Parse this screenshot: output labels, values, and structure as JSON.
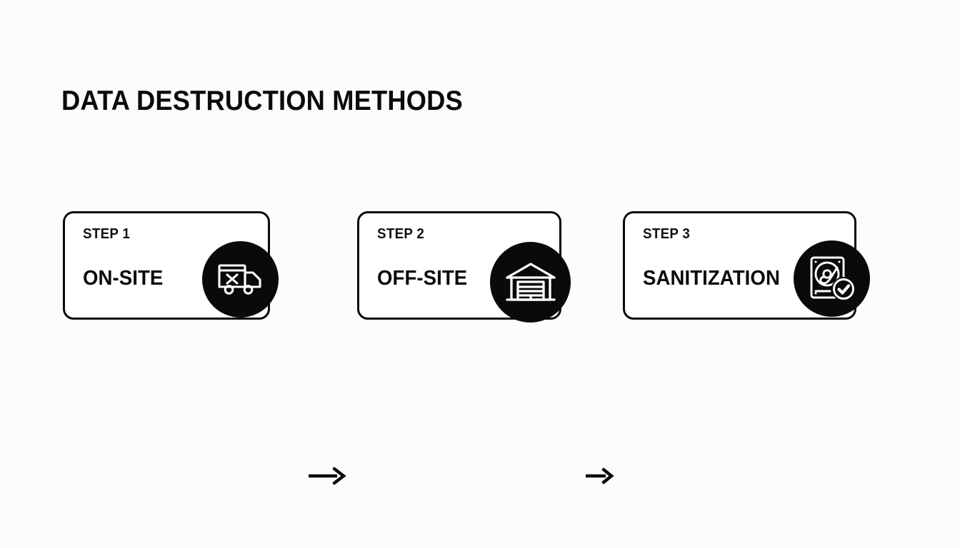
{
  "page": {
    "title": "DATA DESTRUCTION METHODS",
    "background_color": "#fcfcfc",
    "ink_color": "#0a0a0a"
  },
  "flow": {
    "steps": [
      {
        "label": "STEP 1",
        "title": "ON-SITE",
        "icon": "truck-x-icon"
      },
      {
        "label": "STEP 2",
        "title": "OFF-SITE",
        "icon": "warehouse-icon"
      },
      {
        "label": "STEP 3",
        "title": "SANITIZATION",
        "icon": "hard-drive-check-icon"
      }
    ],
    "connectors": [
      {
        "icon": "arrow-right-icon"
      },
      {
        "icon": "arrow-right-icon"
      }
    ]
  }
}
